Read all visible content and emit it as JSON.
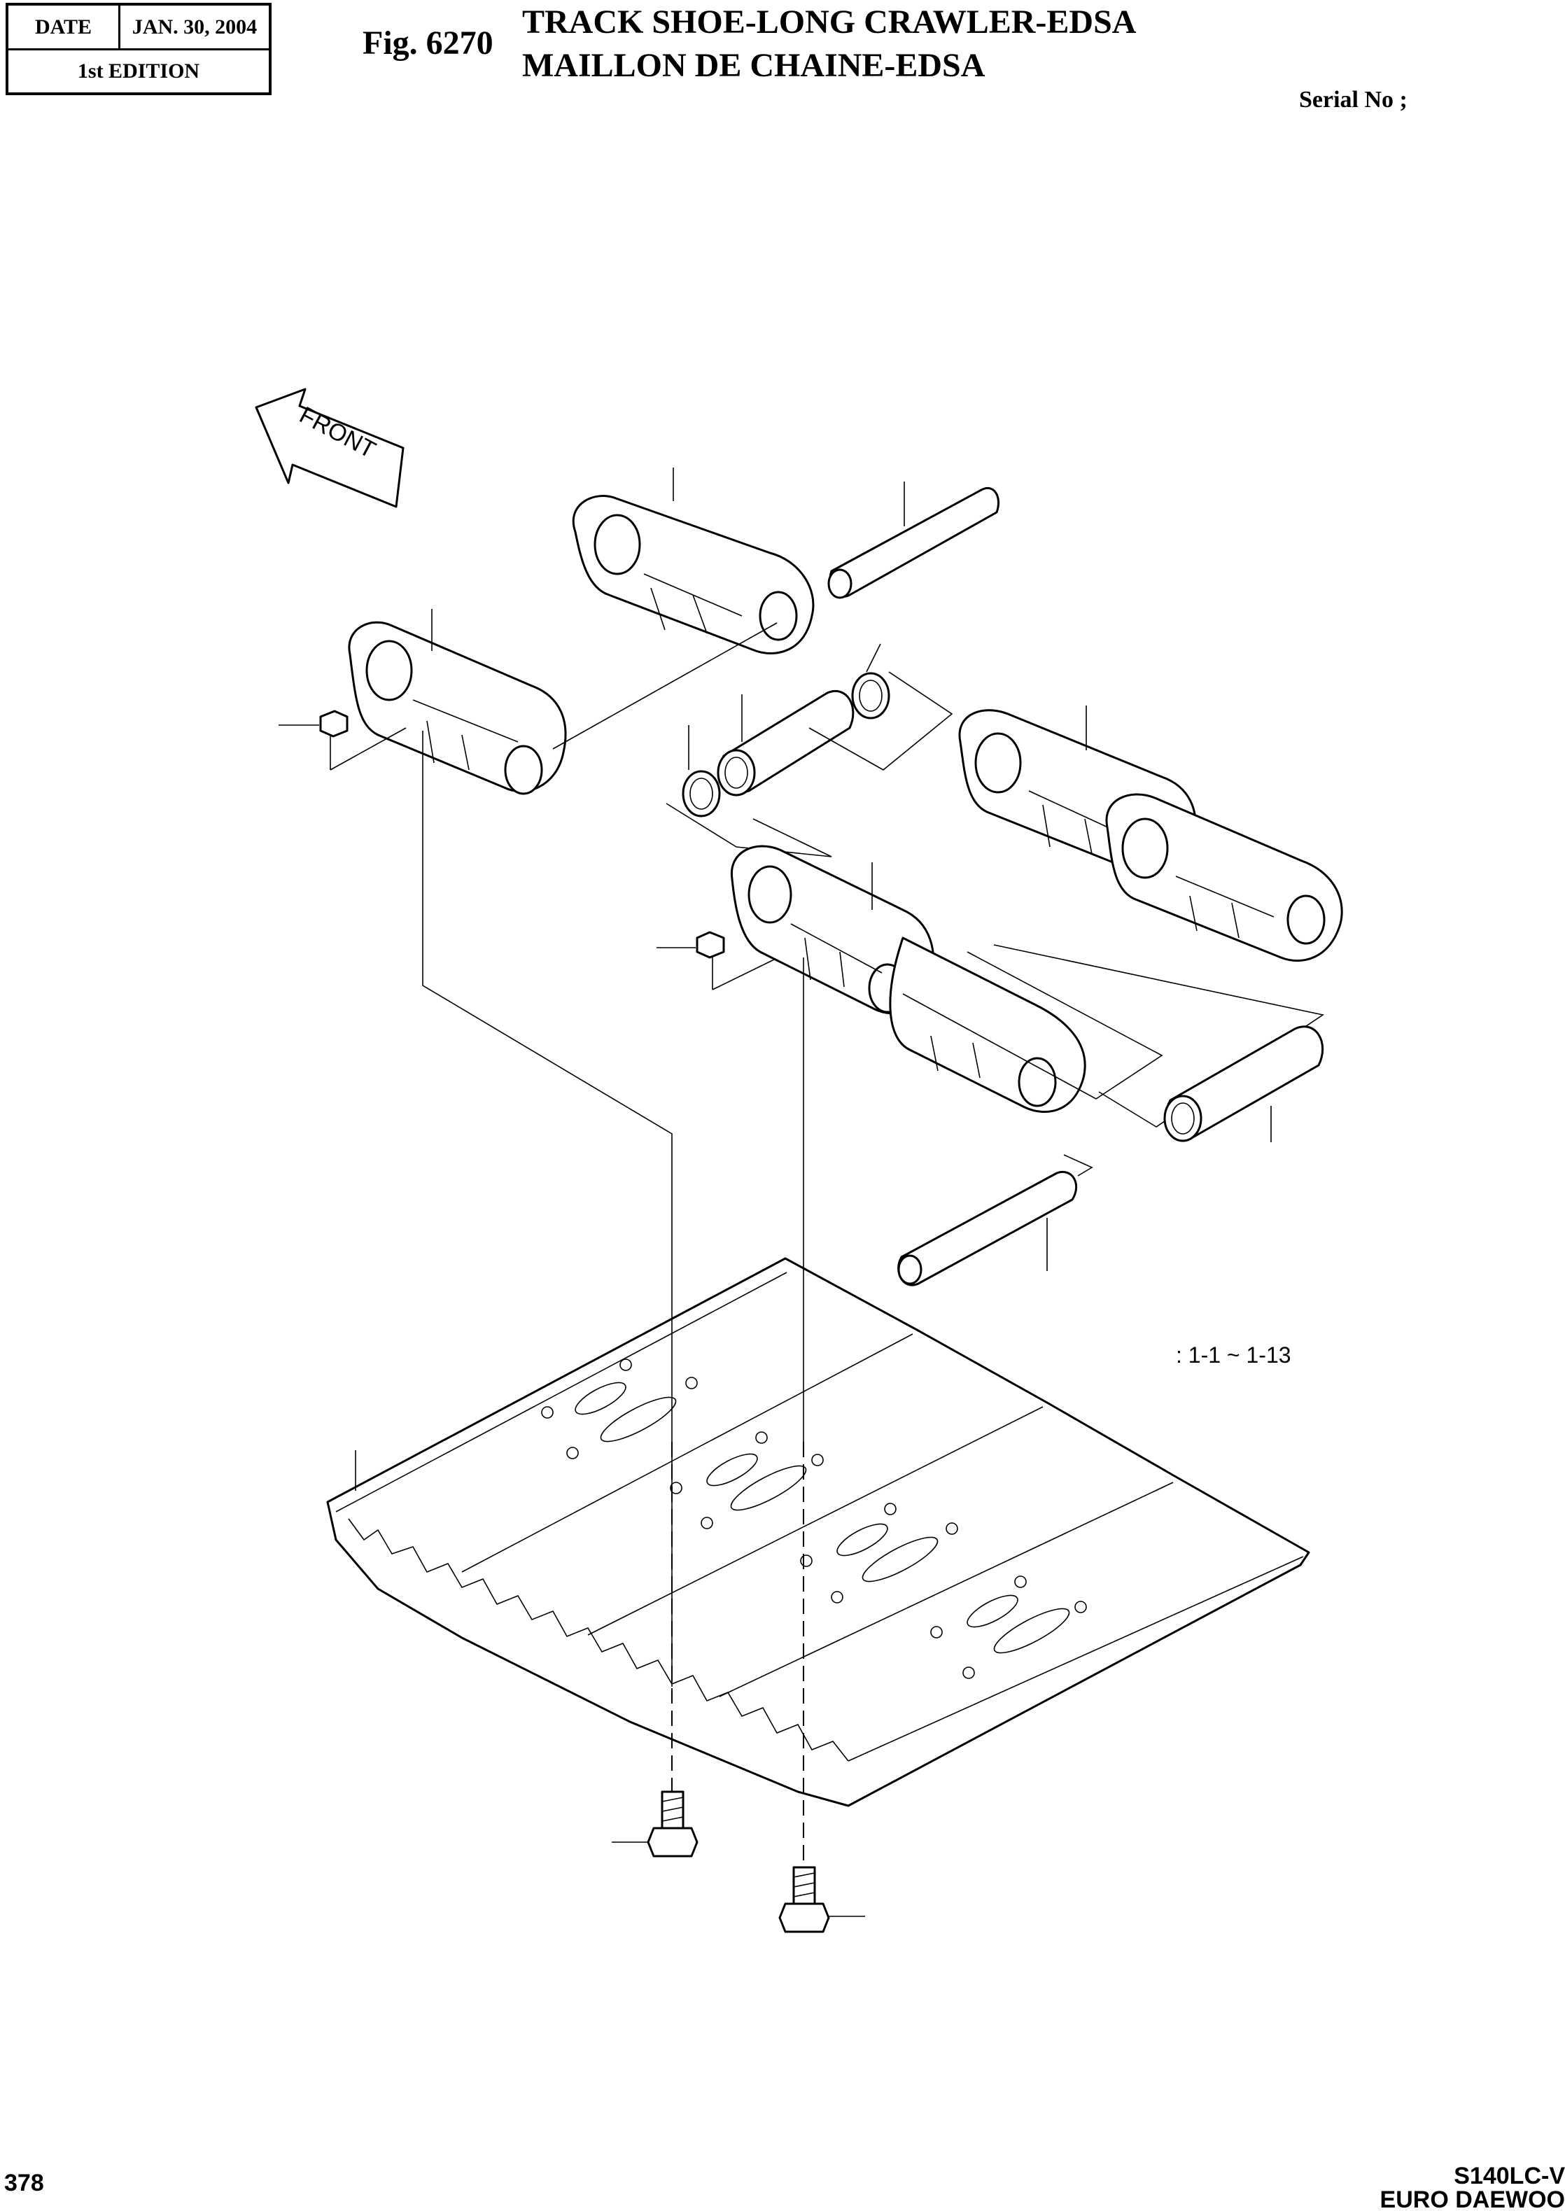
{
  "header": {
    "date_label": "DATE",
    "date_value": "JAN. 30, 2004",
    "edition": "1st EDITION",
    "figure_number": "Fig. 6270",
    "title_en": "TRACK SHOE-LONG CRAWLER-EDSA",
    "title_fr": "MAILLON DE CHAINE-EDSA",
    "serial_label": "Serial No ;"
  },
  "diagram": {
    "direction_label": "FRONT",
    "range_label": ": 1-1 ~ 1-13"
  },
  "footer": {
    "page_number": "378",
    "model": "S140LC-V",
    "brand": "EURO DAEWOO"
  }
}
